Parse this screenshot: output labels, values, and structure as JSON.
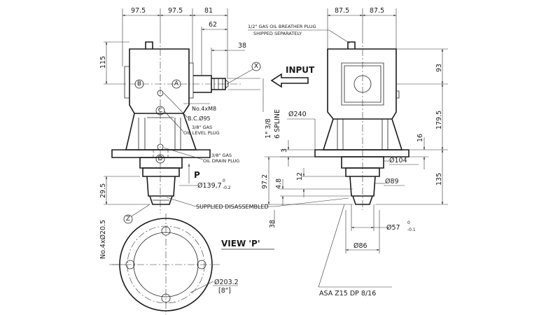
{
  "dimensions": {
    "top_left_97_5_a": "97.5",
    "top_left_97_5_b": "97.5",
    "top_81": "81",
    "top_62": "62",
    "top_38": "38",
    "top_right_87_5_a": "87.5",
    "top_right_87_5_b": "87.5",
    "left_115": "115",
    "left_29_5": "29.5",
    "left_hole_pattern": "No.4xØ20.5",
    "right_93": "93",
    "right_179_5": "179.5",
    "right_135": "135",
    "right_16": "16",
    "mid_97_2": "97.2",
    "mid_3": "3",
    "mid_4_8": "4.8",
    "mid_12": "12",
    "mid_38": "38",
    "dia_240": "Ø240",
    "dia_104": "Ø104",
    "dia_89": "Ø89",
    "dia_57": "Ø57",
    "dia_57_tol_upper": "0",
    "dia_57_tol_lower": "-0.1",
    "dia_86": "Ø86",
    "dia_139_7": "Ø139,7",
    "dia_139_7_tol_upper": "0",
    "dia_139_7_tol_lower": "-0.2",
    "dia_203_2": "Ø203.2",
    "dia_203_2_inch": "[8\"]",
    "bolt_circle": "B.C.Ø95",
    "bolts": "No.4xM8",
    "spline_1": "1\" 3/8",
    "spline_2": "6 SPLINE"
  },
  "labels": {
    "input": "INPUT",
    "view_p": "VIEW 'P'",
    "p_marker": "P",
    "breather_line1": "1/2\" GAS OIL BREATHER PLUG",
    "breather_line2": "SHIPPED SEPARATELY",
    "level_plug_line1": "3/8\" GAS",
    "level_plug_line2": "OIL LEVEL PLUG",
    "drain_plug_line1": "3/8\" GAS",
    "drain_plug_line2": "OIL DRAIN PLUG",
    "supplied_disassembled": "SUPPLIED DISASSEMBLED",
    "asa_spec": "ASA Z15 DP 8/16"
  },
  "circle_markers": {
    "a": "A",
    "b": "B",
    "c": "C",
    "d": "D",
    "x": "X",
    "z": "Z"
  },
  "colors": {
    "line": "#1a1a1a",
    "background": "#ffffff"
  }
}
